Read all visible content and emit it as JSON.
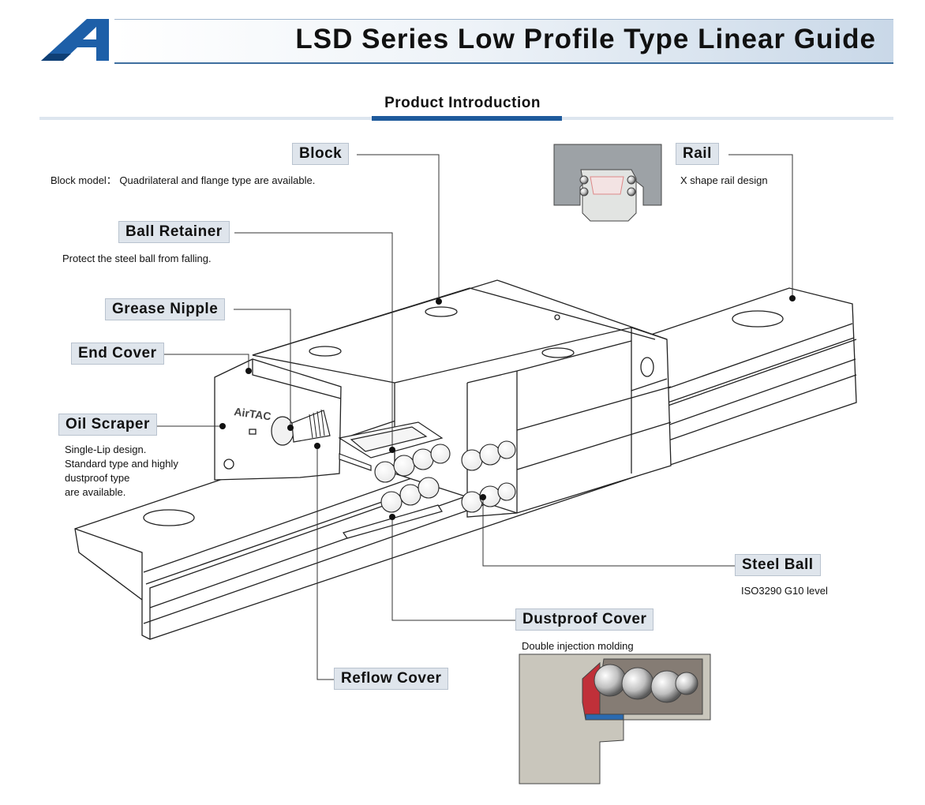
{
  "page": {
    "title": "LSD Series Low Profile Type Linear Guide",
    "section_title": "Product Introduction",
    "logo_alt": "AirTAC",
    "accent_color": "#1e5a9c"
  },
  "labels": {
    "block": "Block",
    "block_desc": "Block model： Quadrilateral and flange type are available.",
    "rail": "Rail",
    "rail_desc": "X shape rail design",
    "ball_retainer": "Ball Retainer",
    "ball_retainer_desc": "Protect the steel ball from falling.",
    "grease_nipple": "Grease Nipple",
    "end_cover": "End Cover",
    "oil_scraper": "Oil Scraper",
    "oil_scraper_desc_1": "Single-Lip design.",
    "oil_scraper_desc_2": "Standard type and highly",
    "oil_scraper_desc_3": "dustproof type",
    "oil_scraper_desc_4": "are available.",
    "steel_ball": "Steel Ball",
    "steel_ball_desc": "ISO3290 G10 level",
    "dustproof_cover": "Dustproof Cover",
    "dustproof_cover_desc": "Double injection molding",
    "reflow_cover": "Reflow Cover",
    "brand_mark": "AirTAC"
  }
}
